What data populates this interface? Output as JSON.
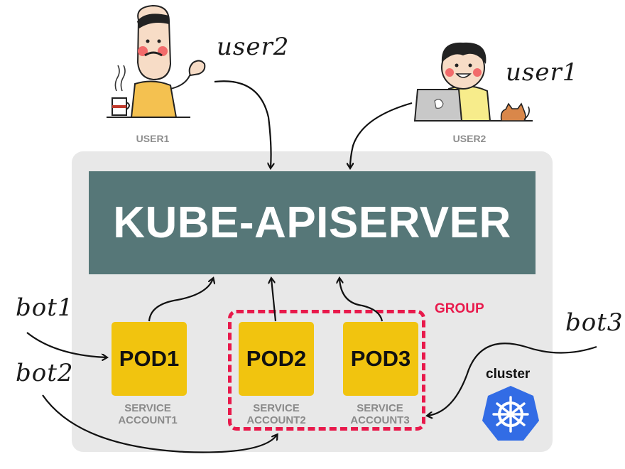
{
  "server": {
    "label": "KUBE-APISERVER"
  },
  "users": [
    {
      "caption": "USER1",
      "handwritten": "user2"
    },
    {
      "caption": "USER2",
      "handwritten": "user1"
    }
  ],
  "pods": [
    {
      "label": "POD1",
      "service_account": [
        "SERVICE",
        "ACCOUNT1"
      ],
      "handwritten": "bot1"
    },
    {
      "label": "POD2",
      "service_account": [
        "SERVICE",
        "ACCOUNT2"
      ],
      "handwritten": "bot2"
    },
    {
      "label": "POD3",
      "service_account": [
        "SERVICE",
        "ACCOUNT3"
      ],
      "handwritten": "bot3"
    }
  ],
  "group": {
    "label": "GROUP"
  },
  "cluster": {
    "label": "cluster",
    "icon": "kubernetes-helm-icon"
  },
  "colors": {
    "server_bg": "#567778",
    "pod_bg": "#f1c40f",
    "group_accent": "#e8194b",
    "panel_bg": "#e8e8e8",
    "k8s_blue": "#326ce5"
  }
}
